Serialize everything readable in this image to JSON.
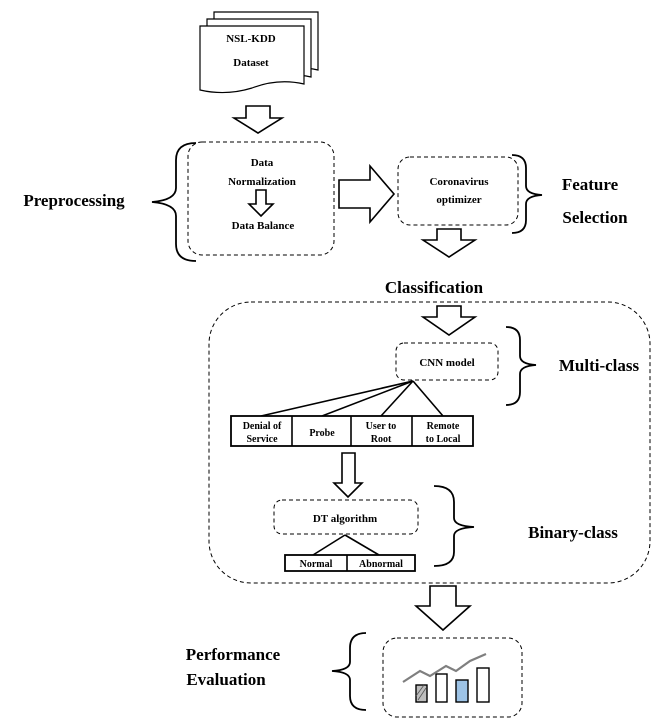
{
  "dataset": {
    "line1": "NSL-KDD",
    "line2": "Dataset"
  },
  "preprocessing": {
    "label": "Preprocessing",
    "step1_line1": "Data",
    "step1_line2": "Normalization",
    "step2": "Data Balance"
  },
  "feature_selection": {
    "label_line1": "Feature",
    "label_line2": "Selection",
    "box_line1": "Coronavirus",
    "box_line2": "optimizer"
  },
  "classification": {
    "label": "Classification",
    "multi_class_label": "Multi-class",
    "cnn_model": "CNN model",
    "attack_classes": [
      {
        "line1": "Denial of",
        "line2": "Service"
      },
      {
        "line1": "Probe",
        "line2": ""
      },
      {
        "line1": "User to",
        "line2": "Root"
      },
      {
        "line1": "Remote",
        "line2": "to Local"
      }
    ],
    "binary_class_label": "Binary-class",
    "dt_algorithm": "DT algorithm",
    "binary_outputs": [
      "Normal",
      "Abnormal"
    ]
  },
  "evaluation": {
    "label_line1": "Performance",
    "label_line2": "Evaluation"
  }
}
